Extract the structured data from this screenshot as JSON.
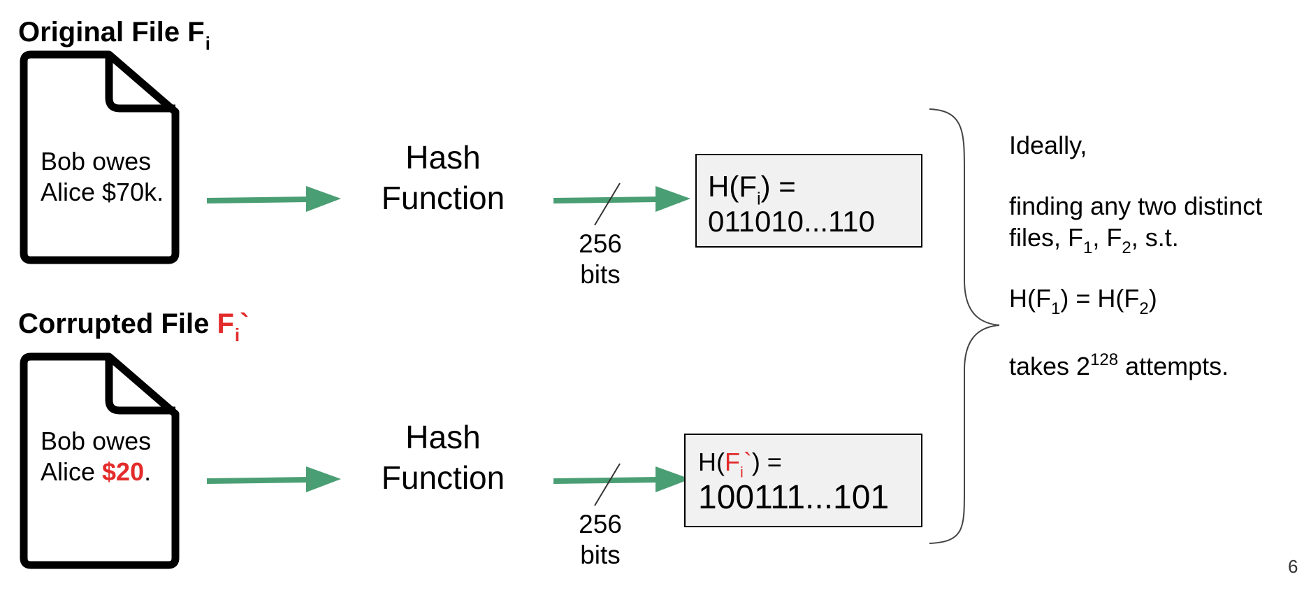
{
  "top": {
    "title_prefix": "Original File F",
    "title_sub": "i",
    "doc_line1": "Bob owes",
    "doc_line2": "Alice $70k.",
    "hash_line1": "Hash",
    "hash_line2": "Function",
    "bits_num": "256",
    "bits_unit": "bits",
    "out_prefix": "H(F",
    "out_sub": "i",
    "out_suffix": ") =",
    "out_value": "011010...110"
  },
  "bottom": {
    "title_prefix": "Corrupted File ",
    "title_red": "F",
    "title_red_sub": "i",
    "title_red_tick": "`",
    "doc_line1": "Bob owes",
    "doc_line2_prefix": "Alice ",
    "doc_line2_red": "$20",
    "doc_line2_suffix": ".",
    "hash_line1": "Hash",
    "hash_line2": "Function",
    "bits_num": "256",
    "bits_unit": "bits",
    "out_prefix": "H(",
    "out_red": "F",
    "out_red_sub": "i",
    "out_red_tick": "`",
    "out_suffix": ") =",
    "out_value": "100111...101"
  },
  "explanation": {
    "line1": "Ideally,",
    "line2": "finding any two distinct",
    "line3_a": "files, F",
    "line3_sub1": "1",
    "line3_b": ", F",
    "line3_sub2": "2",
    "line3_c": ", s.t.",
    "line4_a": "H(F",
    "line4_sub1": "1",
    "line4_b": ") = H(F",
    "line4_sub2": "2",
    "line4_c": ")",
    "line5_a": "takes 2",
    "line5_sup": "128",
    "line5_b": " attempts."
  },
  "page_number": "6",
  "colors": {
    "arrow": "#4a9e73",
    "highlight": "#e32b2b",
    "box_fill": "#f1f1f1"
  }
}
